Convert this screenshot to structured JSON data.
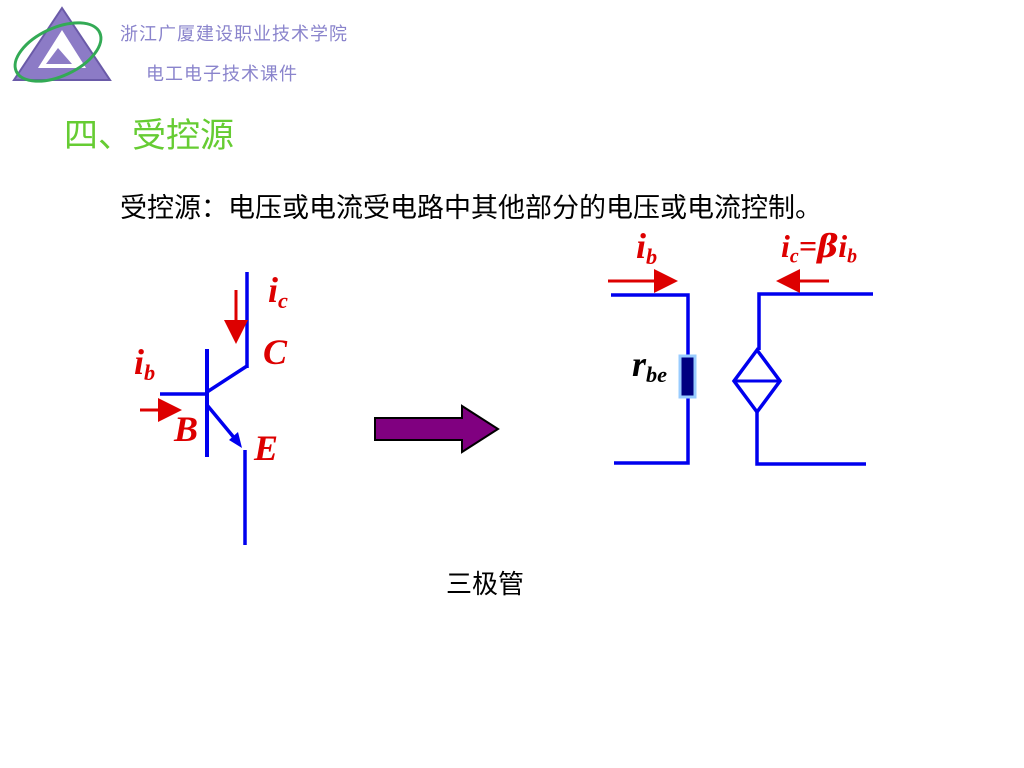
{
  "header": {
    "school_name": "浙江广厦建设职业技术学院",
    "course_name": "电工电子技术课件"
  },
  "slide": {
    "heading": "四、受控源",
    "definition": "受控源：电压或电流受电路中其他部分的电压或电流控制。",
    "caption": "三极管"
  },
  "transistor_labels": {
    "ic_main": "i",
    "ic_sub": "c",
    "ib_main": "i",
    "ib_sub": "b",
    "collector": "C",
    "base": "B",
    "emitter": "E"
  },
  "model_labels": {
    "ib_main": "i",
    "ib_sub": "b",
    "ic_main": "i",
    "ic_sub": "c",
    "equals": "=",
    "beta": "β",
    "ib2_main": "i",
    "ib2_sub": "b",
    "r_main": "r",
    "r_sub": "be"
  },
  "colors": {
    "wire": "#0000ee",
    "arrow": "#dd0000",
    "big_arrow_fill": "#800080",
    "heading": "#66cc33",
    "header_text": "#8a84cc",
    "resistor_fill": "#000080",
    "resistor_outline": "#99ccff"
  },
  "icons": {
    "logo": "triangle-ellipse-logo",
    "transform_arrow": "right-arrow-icon"
  }
}
